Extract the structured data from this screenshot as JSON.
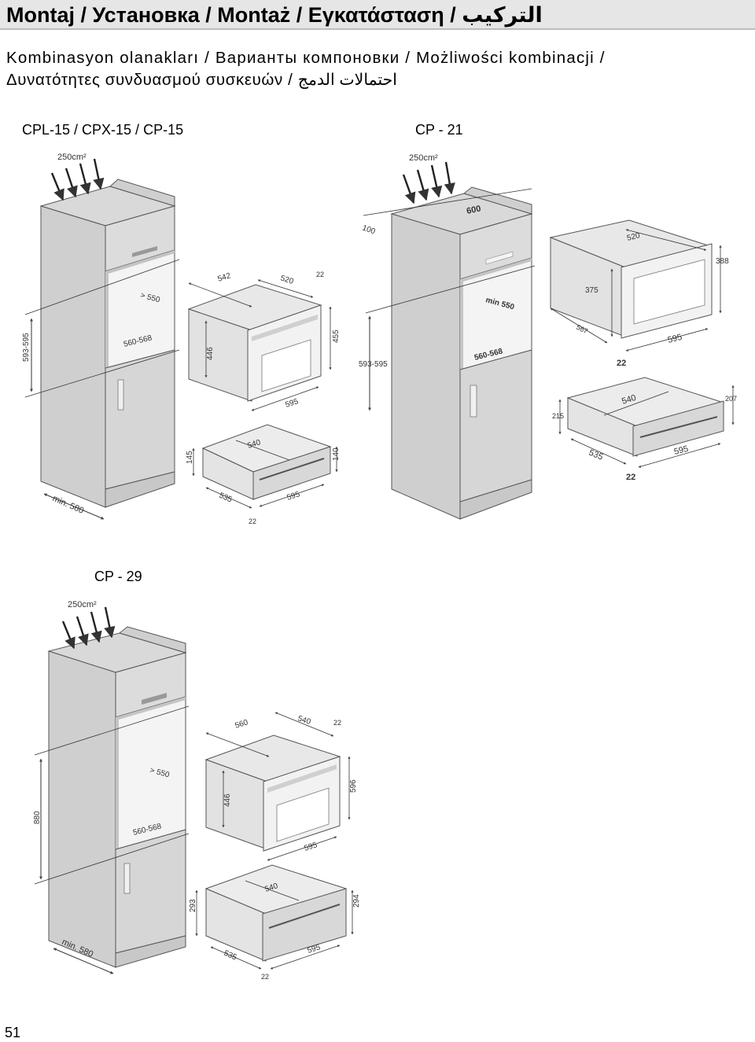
{
  "header": {
    "title": "Montaj  / Установка / Montaż  / Εγκατάσταση / التركيب"
  },
  "subtitle": {
    "line1": "Kombinasyon olanakları / Варианты компоновки / Możliwości kombinacji /",
    "line2": "Δυνατότητες συνδυασμού συσκευών / احتمالات الدمج"
  },
  "configs": [
    {
      "label": "CPL-15 / CPX-15 / CP-15",
      "dims": {
        "vent": "250cm²",
        "niche_depth": "> 550",
        "niche_width": "560-568",
        "height_range": "593-595",
        "min_depth": "min. 580",
        "oven_d": "542",
        "oven_w": "520",
        "oven_front": "22",
        "oven_h": "446",
        "oven_h2": "455",
        "oven_fw": "595",
        "drawer_h": "145",
        "drawer_d": "540",
        "drawer_h2": "140",
        "drawer_b": "535",
        "drawer_fw": "595",
        "drawer_front": "22"
      }
    },
    {
      "label": "CP - 21",
      "dims": {
        "vent": "250cm²",
        "top_w": "600",
        "top_d": "100",
        "niche_depth": "min 550",
        "niche_width": "560-568",
        "height_range": "593-595",
        "oven_w": "520",
        "oven_h": "388",
        "oven_h2": "375",
        "oven_d": "567",
        "oven_fw": "595",
        "oven_front": "22",
        "drawer_d": "540",
        "drawer_h": "215",
        "drawer_h2": "207",
        "drawer_b": "535",
        "drawer_fw": "595",
        "drawer_front": "22"
      }
    },
    {
      "label": "CP - 29",
      "dims": {
        "vent": "250cm²",
        "niche_depth": "> 550",
        "niche_width": "560-568",
        "height_range": "880",
        "min_depth": "min. 580",
        "oven_d": "560",
        "oven_w": "540",
        "oven_front": "22",
        "oven_h": "446",
        "oven_h2": "596",
        "oven_fw": "595",
        "drawer_h": "293",
        "drawer_d": "540",
        "drawer_h2": "294",
        "drawer_b": "535",
        "drawer_fw": "595",
        "drawer_front": "22"
      }
    }
  ],
  "page_number": "51",
  "colors": {
    "cabinet_fill": "#d4d4d4",
    "cabinet_dark": "#b8b8b8",
    "niche_fill": "#ffffff",
    "line": "#555555",
    "header_bg": "#e6e6e6"
  }
}
